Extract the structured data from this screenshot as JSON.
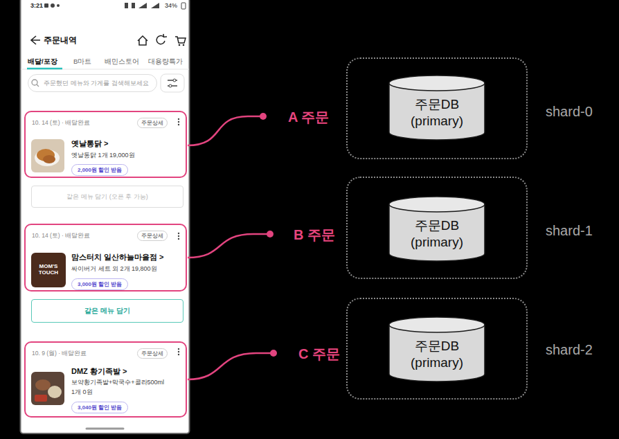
{
  "diagram": {
    "nodes": [
      {
        "text": [
          "3:21",
          "34%",
          "주문내역",
          "배달/포장",
          "B마트",
          "배민스토어",
          "대용량특가"
        ]
      },
      {
        "text": [
          "주문했던 메뉴와 가게를 검색해보세요"
        ],
        "in": 0
      },
      {
        "text": [
          "10. 14 (토) · 배달완료",
          "옛날통닭 >",
          "옛날통닭 1개 19,000원"
        ],
        "in": 0
      },
      {
        "text": [
          "주문상세"
        ],
        "in": 2
      },
      {
        "text": [
          "2,000원 할인 받음"
        ],
        "in": 2
      },
      {
        "text": [
          "같은 메뉴 담기 (오픈 후 가능)"
        ],
        "in": 0
      },
      {
        "text": [
          "10. 14 (토) · 배달완료",
          "맘스터치 일산하늘마을점 >",
          "싸이버거 세트 외 2개 19,800원"
        ],
        "in": 0
      },
      {
        "text": [
          "주문상세"
        ],
        "in": 6
      },
      {
        "text": [
          "MOM'S TOUCH"
        ],
        "in": 6
      },
      {
        "text": [
          "3,000원 할인 받음"
        ],
        "in": 6
      },
      {
        "text": [
          "같은 메뉴 담기"
        ],
        "in": 0
      },
      {
        "text": [
          "10. 9 (월) · 배달완료",
          "DMZ 황기족발 >",
          "보약황기족발+막국수+콜라500ml 1개 0원"
        ],
        "in": 0
      },
      {
        "text": [
          "주문상세"
        ],
        "in": 11
      },
      {
        "text": [
          "3,040원 할인 받음"
        ],
        "in": 11
      },
      {
        "text": [
          "shard-0"
        ]
      },
      {
        "text": [
          "주문DB (primary)"
        ],
        "in": 14
      },
      {
        "text": [
          "shard-1"
        ]
      },
      {
        "text": [
          "주문DB (primary)"
        ],
        "in": 16
      },
      {
        "text": [
          "shard-2"
        ]
      },
      {
        "text": [
          "주문DB (primary)"
        ],
        "in": 18
      }
    ],
    "labels": [
      "A 주문",
      "B 주문",
      "C 주문"
    ]
  }
}
